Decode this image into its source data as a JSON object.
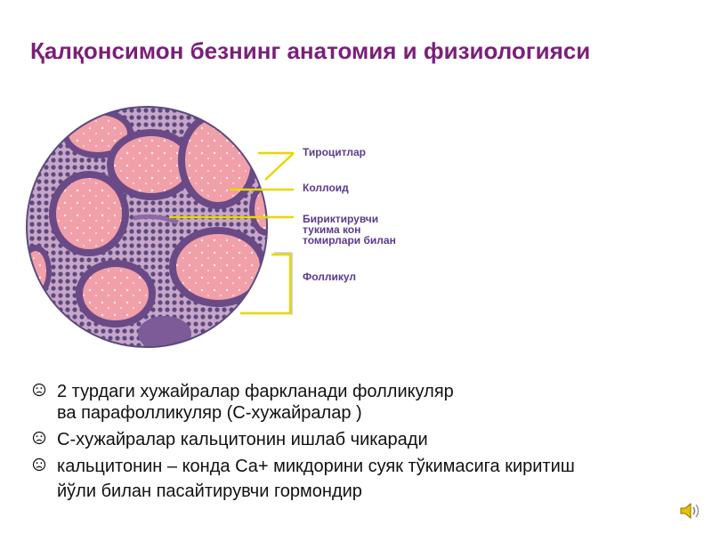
{
  "slide": {
    "title": "Қалқонсимон безнинг анатомия и физиологияси"
  },
  "figure": {
    "labels": {
      "thyrocytes": "Тироцитлар",
      "colloid": "Коллоид",
      "connective_line1": "Бириктирувчи",
      "connective_line2": "тукима кон",
      "connective_line3": "томирлари билан",
      "follicle": "Фолликул"
    },
    "colors": {
      "colloid": "#f2a0a8",
      "cell_dark": "#4a3a6e",
      "stroma": "#b98fb8",
      "leader_line": "#e6d800",
      "label": "#5b3a8c"
    }
  },
  "bullets": {
    "item1_line1": "2 турдаги хужайралар фаркланади фолликуляр",
    "item1_line2": "ва  парафолликуляр (С-хужайралар )",
    "item2": "С-хужайралар  кальцитонин  ишлаб чикаради",
    "item3_line1": "кальцитонин – конда Са+ микдорини суяк тўкимасига киритиш",
    "item3_line2": "йўли билан пасайтирувчи гормондир",
    "icon": "frown-icon"
  },
  "controls": {
    "sound_icon": "speaker-icon"
  }
}
